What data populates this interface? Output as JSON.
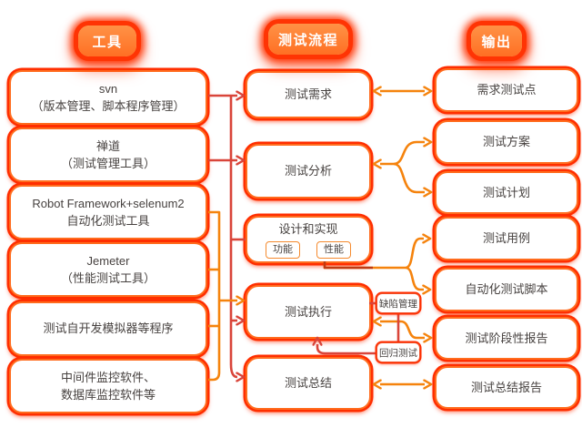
{
  "headers": {
    "tools": "工具",
    "process": "测试流程",
    "output": "输出"
  },
  "tools": [
    {
      "lines": [
        "svn",
        "（版本管理、脚本程序管理）"
      ]
    },
    {
      "lines": [
        "禅道",
        "（测试管理工具）"
      ]
    },
    {
      "lines": [
        "Robot Framework+selenum2",
        "自动化测试工具"
      ]
    },
    {
      "lines": [
        "Jemeter",
        "（性能测试工具）"
      ]
    },
    {
      "lines": [
        "测试自开发模拟器等程序"
      ]
    },
    {
      "lines": [
        "中间件监控软件、",
        "数据库监控软件等"
      ]
    }
  ],
  "process": [
    {
      "label": "测试需求"
    },
    {
      "label": "测试分析"
    },
    {
      "label": "设计和实现",
      "badges": [
        "功能",
        "性能"
      ]
    },
    {
      "label": "测试执行",
      "side_badges": [
        "缺陷管理",
        "回归测试"
      ]
    },
    {
      "label": "测试总结"
    }
  ],
  "outputs": [
    {
      "label": "需求测试点"
    },
    {
      "label": "测试方案"
    },
    {
      "label": "测试计划"
    },
    {
      "label": "测试用例"
    },
    {
      "label": "自动化测试脚本"
    },
    {
      "label": "测试阶段性报告"
    },
    {
      "label": "测试总结报告"
    }
  ],
  "colors": {
    "badge_orange": "#ff7a2a",
    "glow_red": "#ff2e00",
    "wire_orange": "#f5830d",
    "wire_red": "#d9453a",
    "text": "#474240"
  }
}
